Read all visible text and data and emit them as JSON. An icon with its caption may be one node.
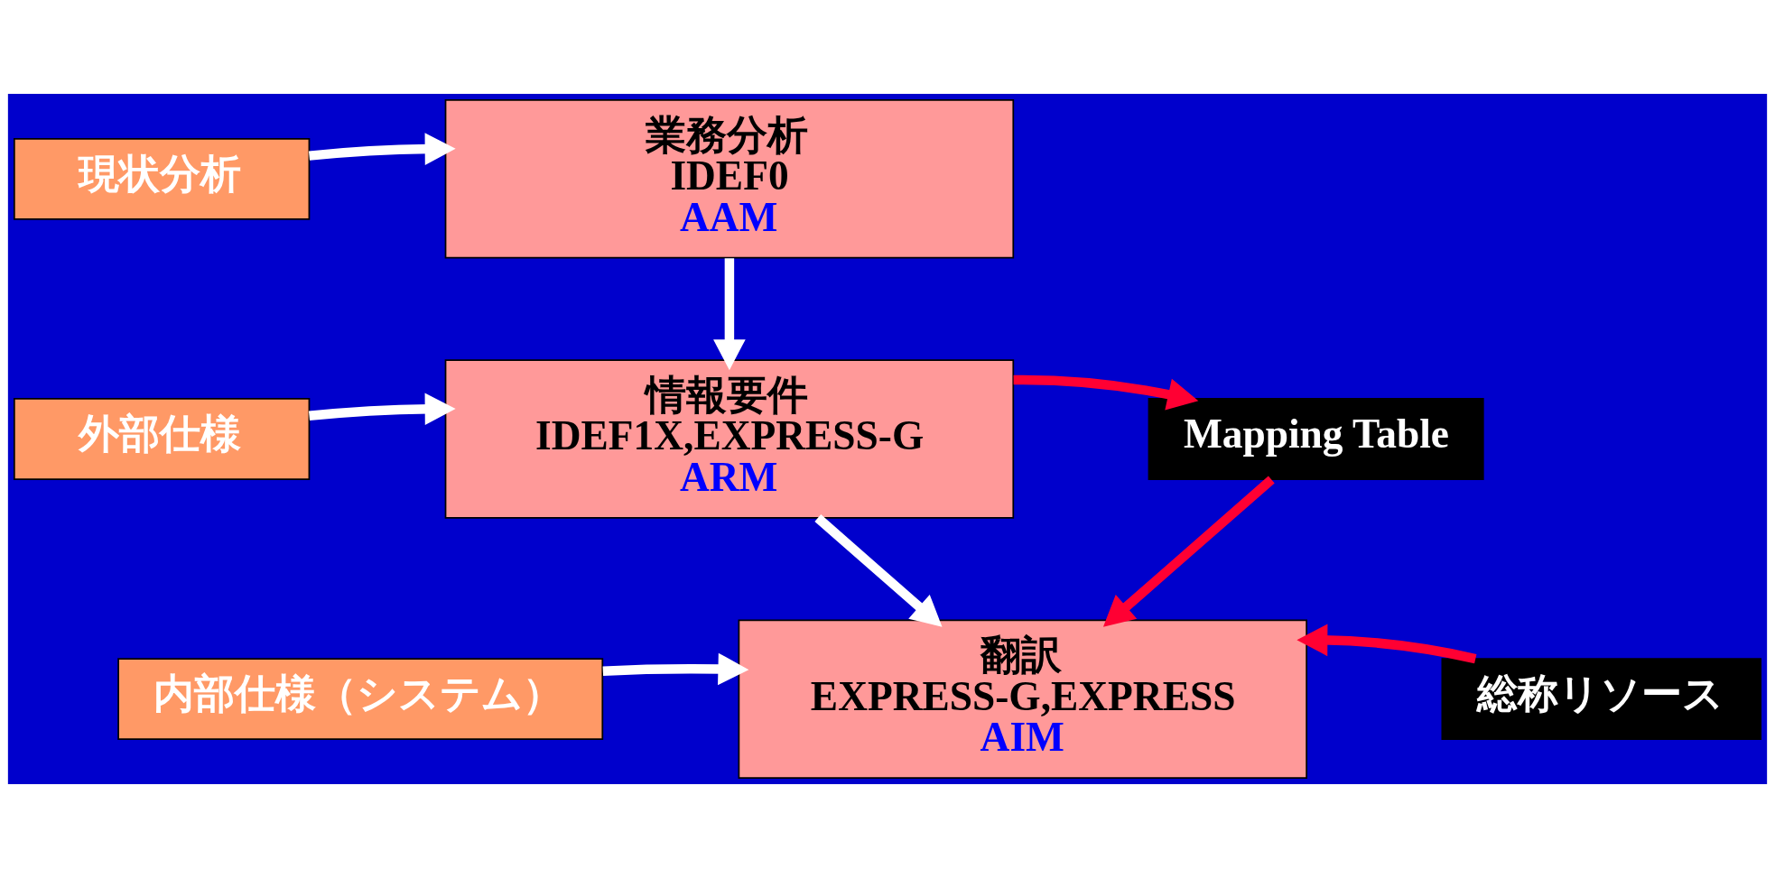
{
  "diagram": {
    "nodes": [
      {
        "text": [
          "現状分析"
        ]
      },
      {
        "text": [
          "業務分析",
          "IDEF0",
          "AAM"
        ]
      },
      {
        "text": [
          "外部仕様"
        ]
      },
      {
        "text": [
          "情報要件",
          "IDEF1X,EXPRESS-G",
          "ARM"
        ]
      },
      {
        "text": [
          "Mapping Table"
        ]
      },
      {
        "text": [
          "内部仕様（システム）"
        ]
      },
      {
        "text": [
          "翻訳",
          "EXPRESS-G,EXPRESS",
          "AIM"
        ]
      },
      {
        "text": [
          "総称リソース"
        ]
      }
    ],
    "edges": [
      {
        "from": 0,
        "to": 1,
        "arrow": "to"
      },
      {
        "from": 1,
        "to": 3,
        "arrow": "to"
      },
      {
        "from": 2,
        "to": 3,
        "arrow": "to"
      },
      {
        "from": 3,
        "to": 4,
        "arrow": "to",
        "color": "#ff0033"
      },
      {
        "from": 4,
        "to": 6,
        "arrow": "to",
        "color": "#ff0033"
      },
      {
        "from": 5,
        "to": 6,
        "arrow": "to"
      },
      {
        "from": 3,
        "to": 6,
        "arrow": "to"
      },
      {
        "from": 7,
        "to": 6,
        "arrow": "to",
        "color": "#ff0033"
      }
    ]
  }
}
